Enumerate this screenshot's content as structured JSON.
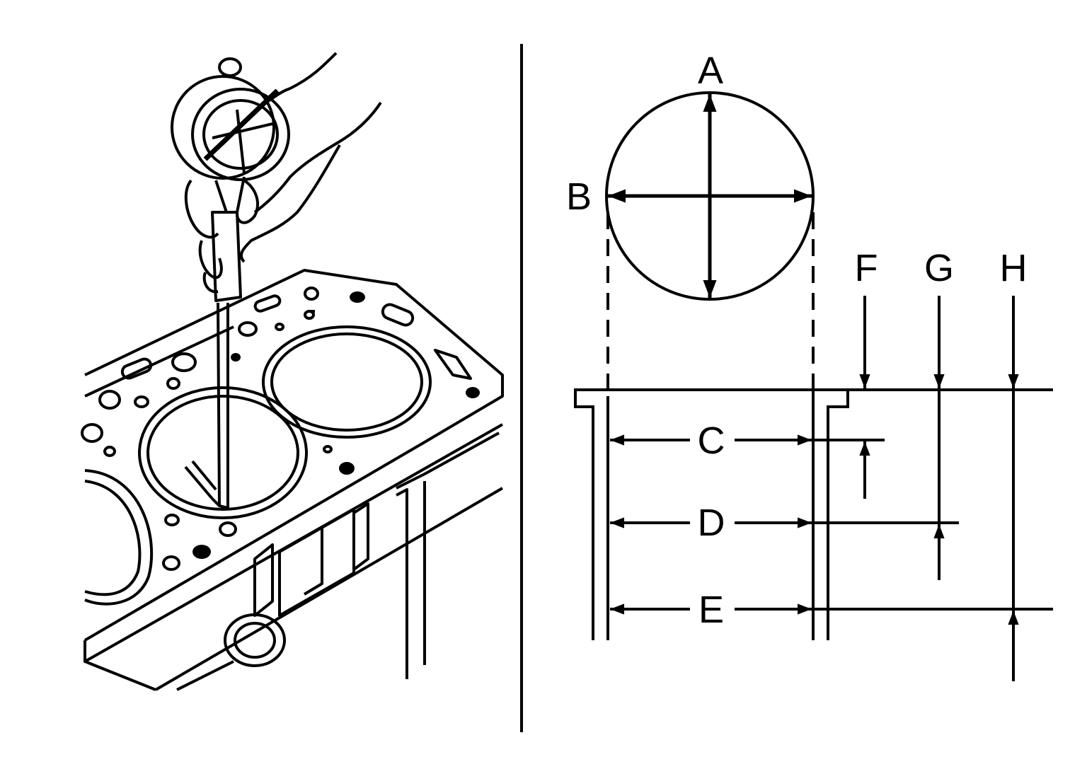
{
  "figure": {
    "panels": [
      "bore-gauge-measurement",
      "cylinder-measurement-points"
    ],
    "ink_color": "#000000",
    "background_color": "#ffffff"
  },
  "labels": {
    "A": "A",
    "B": "B",
    "C": "C",
    "D": "D",
    "E": "E",
    "F": "F",
    "G": "G",
    "H": "H"
  }
}
